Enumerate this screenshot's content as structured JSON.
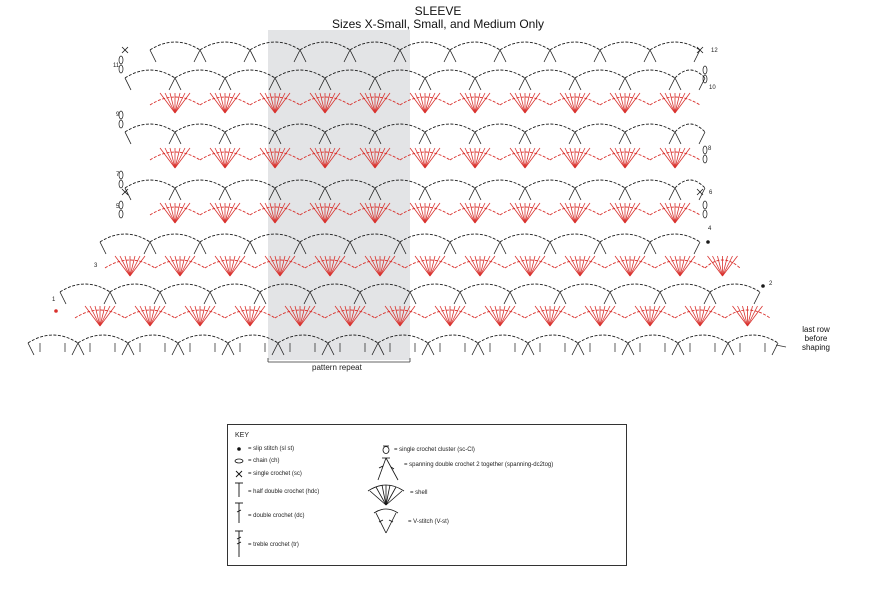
{
  "title": "SLEEVE",
  "subtitle": "Sizes X-Small, Small, and Medium Only",
  "colors": {
    "black": "#1a1a1a",
    "red": "#d9302c",
    "repeat_band": "#e3e4e6"
  },
  "row_numbers": [
    "1",
    "2",
    "3",
    "4",
    "5",
    "6",
    "7",
    "8",
    "9",
    "10",
    "11",
    "12"
  ],
  "labels": {
    "pattern_repeat": "pattern repeat",
    "last_row": [
      "last row",
      "before",
      "shaping"
    ]
  },
  "key": {
    "title": "KEY",
    "items": [
      {
        "icon": "slip-stitch-dot",
        "text": "= slip stitch (sl st)"
      },
      {
        "icon": "chain-oval",
        "text": "= chain (ch)"
      },
      {
        "icon": "single-crochet-x",
        "text": "= single crochet (sc)"
      },
      {
        "icon": "hdc-t",
        "text": "= half double crochet (hdc)"
      },
      {
        "icon": "dc-t-one-bar",
        "text": "= double crochet (dc)"
      },
      {
        "icon": "tr-t-two-bars",
        "text": "= treble crochet (tr)"
      },
      {
        "icon": "sc-cluster",
        "text": "= single crochet cluster (sc-Cl)"
      },
      {
        "icon": "spanning-dc2tog",
        "text": "= spanning double crochet 2 together (spanning-dc2tog)"
      },
      {
        "icon": "shell-fan",
        "text": "= shell"
      },
      {
        "icon": "v-stitch",
        "text": "= V-stitch (V-st)"
      }
    ]
  }
}
